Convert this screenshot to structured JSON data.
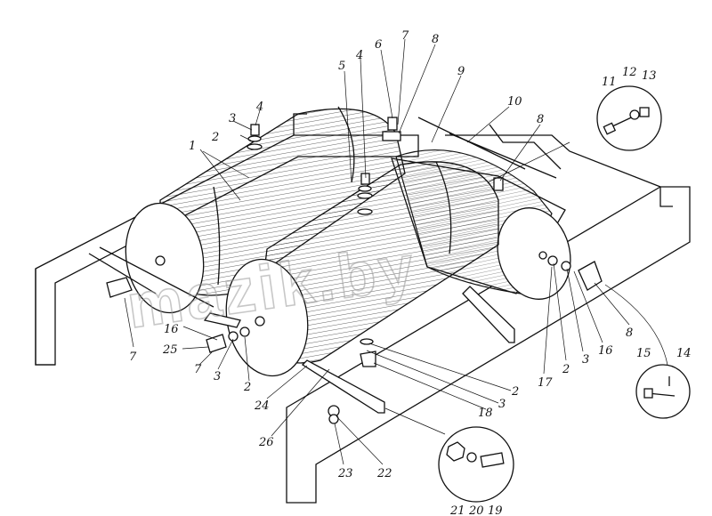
{
  "diagram": {
    "watermark": "mazik.by",
    "callouts": [
      {
        "id": "c1",
        "text": "1"
      },
      {
        "id": "c2a",
        "text": "2"
      },
      {
        "id": "c3a",
        "text": "3"
      },
      {
        "id": "c4a",
        "text": "4"
      },
      {
        "id": "c5",
        "text": "5"
      },
      {
        "id": "c4b",
        "text": "4"
      },
      {
        "id": "c6",
        "text": "6"
      },
      {
        "id": "c7a",
        "text": "7"
      },
      {
        "id": "c8a",
        "text": "8"
      },
      {
        "id": "c9",
        "text": "9"
      },
      {
        "id": "c10",
        "text": "10"
      },
      {
        "id": "c8b",
        "text": "8"
      },
      {
        "id": "c11",
        "text": "11"
      },
      {
        "id": "c12",
        "text": "12"
      },
      {
        "id": "c13",
        "text": "13"
      },
      {
        "id": "c7b",
        "text": "7"
      },
      {
        "id": "c16a",
        "text": "16"
      },
      {
        "id": "c25",
        "text": "25"
      },
      {
        "id": "c7c",
        "text": "7"
      },
      {
        "id": "c3b",
        "text": "3"
      },
      {
        "id": "c2b",
        "text": "2"
      },
      {
        "id": "c24",
        "text": "24"
      },
      {
        "id": "c26",
        "text": "26"
      },
      {
        "id": "c2c",
        "text": "2"
      },
      {
        "id": "c3c",
        "text": "3"
      },
      {
        "id": "c18",
        "text": "18"
      },
      {
        "id": "c17",
        "text": "17"
      },
      {
        "id": "c2d",
        "text": "2"
      },
      {
        "id": "c3d",
        "text": "3"
      },
      {
        "id": "c16b",
        "text": "16"
      },
      {
        "id": "c8c",
        "text": "8"
      },
      {
        "id": "c15",
        "text": "15"
      },
      {
        "id": "c14",
        "text": "14"
      },
      {
        "id": "c23",
        "text": "23"
      },
      {
        "id": "c22",
        "text": "22"
      },
      {
        "id": "c21",
        "text": "21"
      },
      {
        "id": "c20",
        "text": "20"
      },
      {
        "id": "c19",
        "text": "19"
      }
    ]
  }
}
